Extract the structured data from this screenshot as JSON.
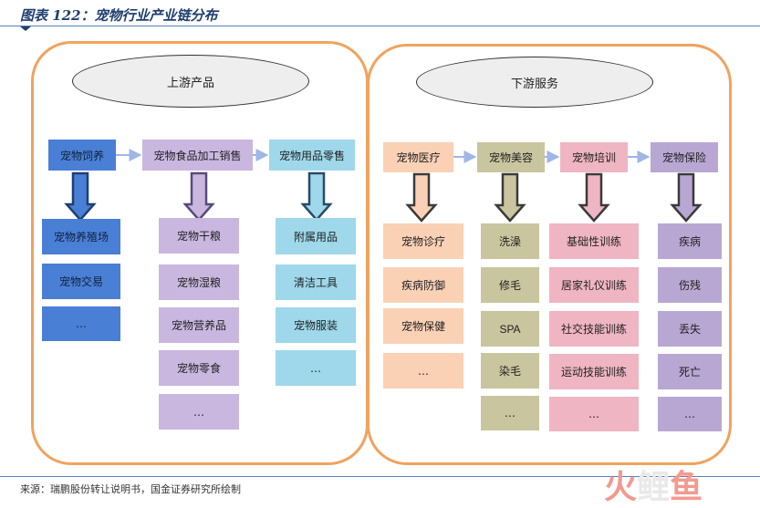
{
  "title": "图表 122：宠物行业产业链分布",
  "source": "来源：瑞鹏股份转让说明书，国金证券研究所绘制",
  "watermark": {
    "c1": "火",
    "c2": "鲤",
    "c3": "鱼"
  },
  "upstream": {
    "label": "上游产品",
    "categories": [
      {
        "name": "宠物饲养",
        "items": [
          "宠物养殖场",
          "宠物交易",
          "…"
        ]
      },
      {
        "name": "宠物食品加工销售",
        "items": [
          "宠物干粮",
          "宠物湿粮",
          "宠物营养品",
          "宠物零食",
          "…"
        ]
      },
      {
        "name": "宠物用品零售",
        "items": [
          "附属用品",
          "清洁工具",
          "宠物服装",
          "…"
        ]
      }
    ]
  },
  "downstream": {
    "label": "下游服务",
    "categories": [
      {
        "name": "宠物医疗",
        "items": [
          "宠物诊疗",
          "疾病防御",
          "宠物保健",
          "…"
        ]
      },
      {
        "name": "宠物美容",
        "items": [
          "洗澡",
          "修毛",
          "SPA",
          "染毛",
          "…"
        ]
      },
      {
        "name": "宠物培训",
        "items": [
          "基础性训练",
          "居家礼仪训练",
          "社交技能训练",
          "运动技能训练",
          "…"
        ]
      },
      {
        "name": "宠物保险",
        "items": [
          "疾病",
          "伤残",
          "丢失",
          "死亡",
          "…"
        ]
      }
    ]
  }
}
